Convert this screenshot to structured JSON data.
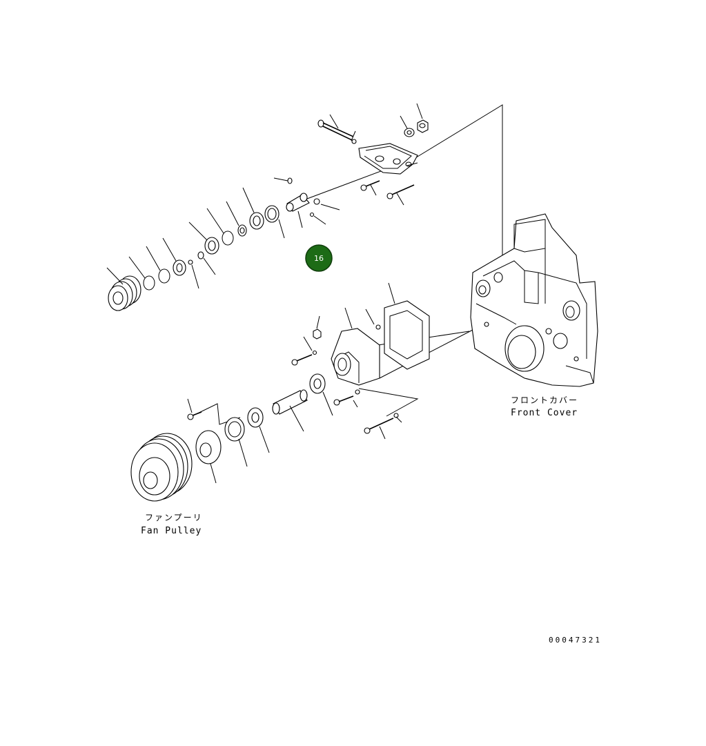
{
  "hotspot": {
    "label": "16",
    "color": "#1d6b16"
  },
  "captions": {
    "front_cover_jp": "フロントカバー",
    "front_cover_en": "Front Cover",
    "fan_pulley_jp": "ファンプーリ",
    "fan_pulley_en": "Fan Pulley"
  },
  "drawing_number": "00047321"
}
